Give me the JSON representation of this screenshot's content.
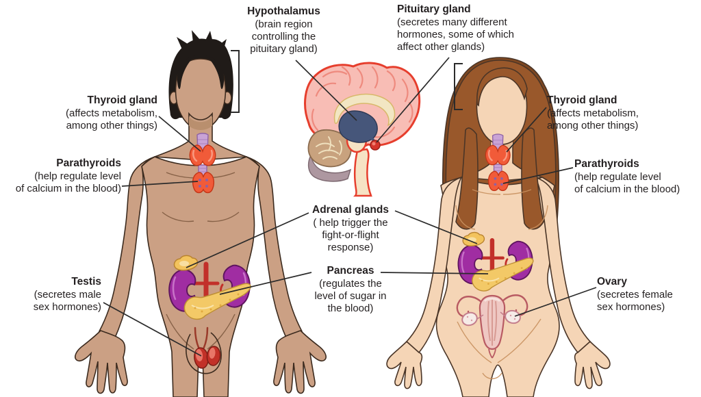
{
  "figure": {
    "subject": "endocrine-system-diagram"
  },
  "labels": {
    "hypothalamus": {
      "title": "Hypothalamus",
      "desc": "(brain region\ncontrolling the\npituitary gland)"
    },
    "pituitary_gland": {
      "title": "Pituitary gland",
      "desc": "(secretes many different\nhormones, some of which\naffect other glands)"
    },
    "thyroid_left": {
      "title": "Thyroid gland",
      "desc": "(affects metabolism,\namong other things)"
    },
    "parathyroids_left": {
      "title": "Parathyroids",
      "desc": "(help regulate level\nof calcium in the blood)"
    },
    "adrenal_glands": {
      "title": "Adrenal glands",
      "desc": "( help trigger the\nfight-or-flight\nresponse)"
    },
    "pancreas": {
      "title": "Pancreas",
      "desc": "(regulates the\nlevel of sugar in\nthe blood)"
    },
    "testis": {
      "title": "Testis",
      "desc": "(secretes male\nsex hormones)"
    },
    "thyroid_right": {
      "title": "Thyroid gland",
      "desc": "(affects metabolism,\namong other things)"
    },
    "parathyroids_right": {
      "title": "Parathyroids",
      "desc": "(help regulate level\nof calcium in the blood)"
    },
    "ovary": {
      "title": "Ovary",
      "desc": "(secretes female\nsex hormones)"
    }
  },
  "colors": {
    "background": "#ffffff",
    "text": "#231f20",
    "leader_line": "#2b2b2b",
    "male_skin": "#cba084",
    "male_hair": "#201b18",
    "female_skin": "#f5d5b6",
    "female_hair": "#99582b",
    "brain_pink": "#f8bdb5",
    "brain_outline": "#e63e2d",
    "thalamus_blue": "#46567a",
    "pituitary_red": "#d5352b",
    "thyroid_orange": "#f15b39",
    "trachea_purple": "#c9a3d6",
    "kidney_purple": "#a02da2",
    "gland_yellow": "#f3c35d",
    "pancreas_yellow": "#f3c967",
    "uterus_pink": "#efc8c3",
    "testis_red": "#c23128"
  }
}
